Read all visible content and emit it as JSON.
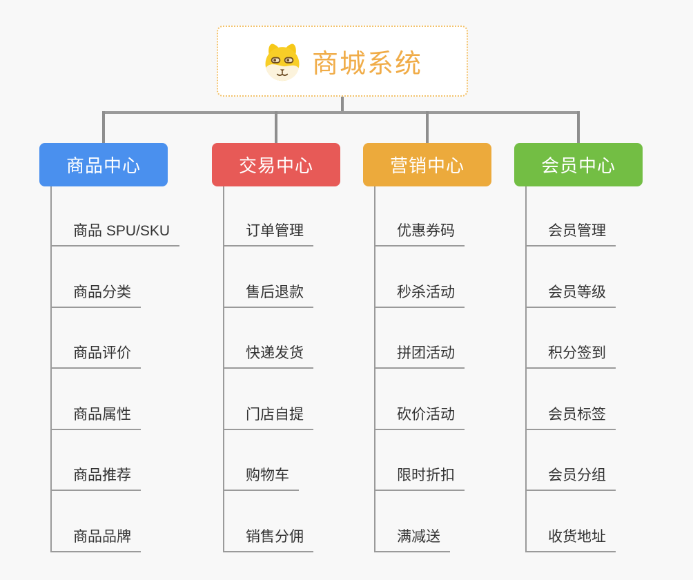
{
  "root": {
    "title": "商城系统",
    "icon": "shiba-dog-icon",
    "title_color": "#F0AC48",
    "border_color": "#F3C26B"
  },
  "branches": [
    {
      "label": "商品中心",
      "color": "#4A90EE",
      "children": [
        "商品 SPU/SKU",
        "商品分类",
        "商品评价",
        "商品属性",
        "商品推荐",
        "商品品牌"
      ]
    },
    {
      "label": "交易中心",
      "color": "#E75A57",
      "children": [
        "订单管理",
        "售后退款",
        "快递发货",
        "门店自提",
        "购物车",
        "销售分佣"
      ]
    },
    {
      "label": "营销中心",
      "color": "#ECAA3C",
      "children": [
        "优惠券码",
        "秒杀活动",
        "拼团活动",
        "砍价活动",
        "限时折扣",
        "满减送"
      ]
    },
    {
      "label": "会员中心",
      "color": "#73BE44",
      "children": [
        "会员管理",
        "会员等级",
        "积分签到",
        "会员标签",
        "会员分组",
        "收货地址"
      ]
    }
  ],
  "colors": {
    "background": "#F8F8F8",
    "connector": "#8E8E8E",
    "leaf_line": "#9A9A9A",
    "leaf_text": "#333333"
  }
}
